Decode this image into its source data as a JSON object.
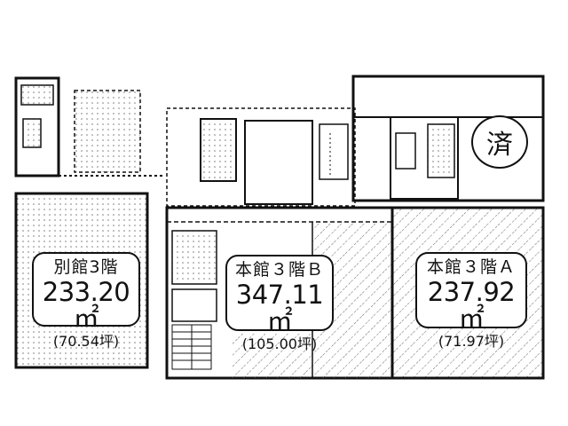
{
  "areas": {
    "annex": {
      "name": "別館3階",
      "sqm": "233.20㎡",
      "tsubo": "(70.54坪)"
    },
    "main_b": {
      "name": "本館３階Ｂ",
      "sqm": "347.11㎡",
      "tsubo": "(105.00坪)"
    },
    "main_a": {
      "name": "本館３階Ａ",
      "sqm": "237.92㎡",
      "tsubo": "(71.97坪)"
    }
  },
  "stamp": {
    "text": "済"
  },
  "colors": {
    "line": "#111111",
    "hatch": "#555555",
    "background": "#ffffff"
  }
}
